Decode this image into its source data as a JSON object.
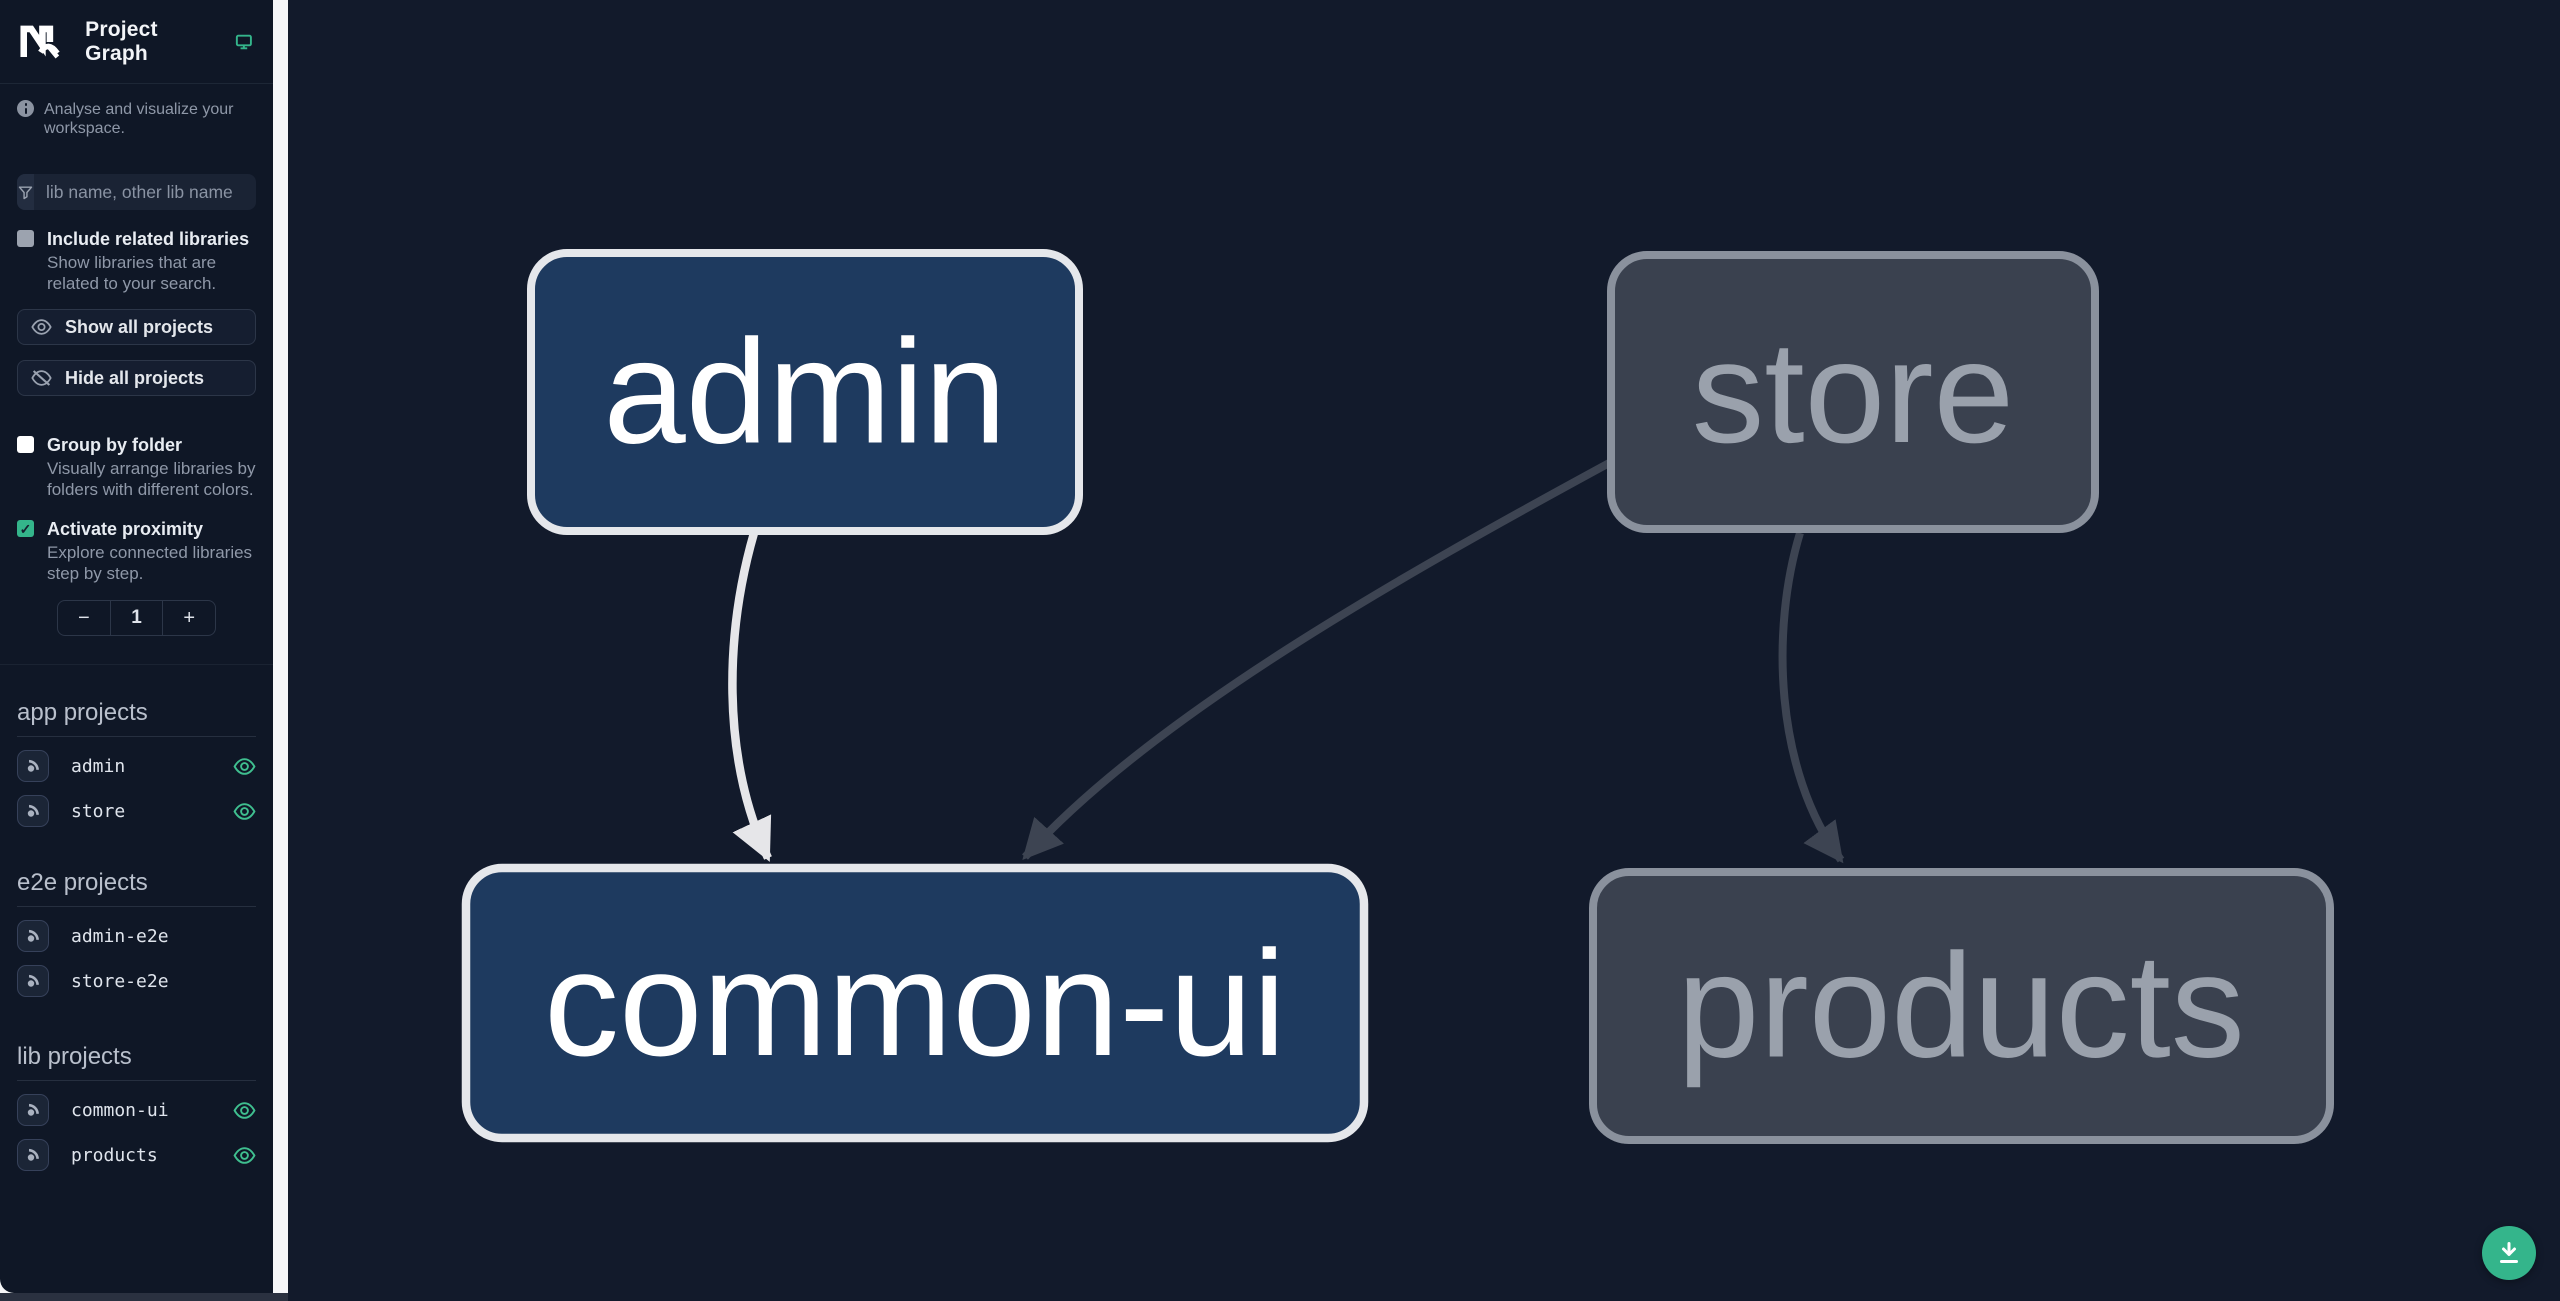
{
  "colors": {
    "accent_green": "#34b58b",
    "node_active_fill": "#1e3a5f",
    "node_active_border": "#e5e7eb",
    "node_faded_fill": "#3a414f",
    "node_faded_border": "#8a919d",
    "node_faded_text": "#9aa1ac",
    "edge_light": "#e6e6e9",
    "edge_dark": "#3d4452"
  },
  "header": {
    "title": "Project Graph"
  },
  "sidebar": {
    "tagline": "Analyse and visualize your workspace.",
    "search_placeholder": "lib name, other lib name",
    "include_related": {
      "label": "Include related libraries",
      "description": "Show libraries that are related to your search.",
      "checked": false
    },
    "show_all_label": "Show all projects",
    "hide_all_label": "Hide all projects",
    "group_by_folder": {
      "label": "Group by folder",
      "description": "Visually arrange libraries by folders with different colors.",
      "checked": false
    },
    "activate_proximity": {
      "label": "Activate proximity",
      "description": "Explore connected libraries step by step.",
      "checked": true,
      "check_glyph": "✓"
    },
    "stepper": {
      "minus": "−",
      "value": "1",
      "plus": "+"
    },
    "sections": [
      {
        "title": "app projects",
        "items": [
          {
            "name": "admin",
            "visible": true
          },
          {
            "name": "store",
            "visible": true
          }
        ]
      },
      {
        "title": "e2e projects",
        "items": [
          {
            "name": "admin-e2e",
            "visible": false
          },
          {
            "name": "store-e2e",
            "visible": false
          }
        ]
      },
      {
        "title": "lib projects",
        "items": [
          {
            "name": "common-ui",
            "visible": true
          },
          {
            "name": "products",
            "visible": true
          }
        ]
      }
    ]
  },
  "graph": {
    "nodes": [
      {
        "id": "admin",
        "label": "admin",
        "state": "highlighted"
      },
      {
        "id": "store",
        "label": "store",
        "state": "faded"
      },
      {
        "id": "common-ui",
        "label": "common-ui",
        "state": "highlighted"
      },
      {
        "id": "products",
        "label": "products",
        "state": "faded"
      }
    ],
    "edges": [
      {
        "from": "admin",
        "to": "common-ui",
        "style": "highlighted"
      },
      {
        "from": "store",
        "to": "common-ui",
        "style": "faded"
      },
      {
        "from": "store",
        "to": "products",
        "style": "faded"
      }
    ]
  }
}
